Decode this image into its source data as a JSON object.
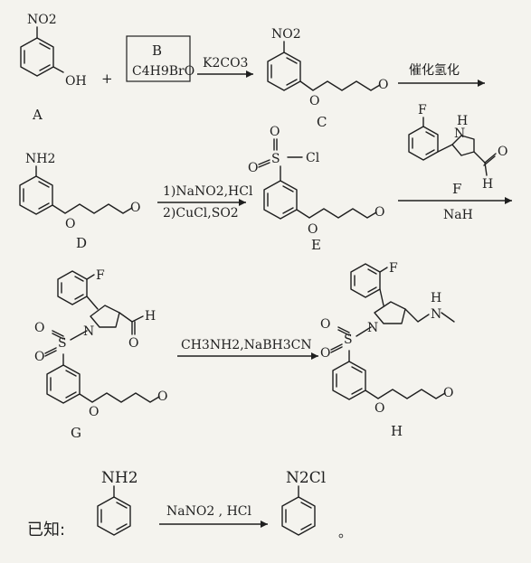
{
  "reaction1": {
    "compound_A": {
      "label": "A",
      "substituents": [
        "NO2",
        "OH"
      ]
    },
    "plus": "+",
    "compound_B": {
      "label": "B",
      "formula": "C4H9BrO"
    },
    "reagent": "K2CO3",
    "compound_C": {
      "label": "C",
      "substituents": [
        "NO2",
        "O",
        "O"
      ]
    },
    "next_step": "催化氢化"
  },
  "reaction2": {
    "compound_D": {
      "label": "D",
      "substituents": [
        "NH2",
        "O",
        "O"
      ]
    },
    "reagent_top": "1)NaNO2,HCl",
    "reagent_bottom": "2)CuCl,SO2",
    "compound_E": {
      "label": "E",
      "substituents": [
        "S",
        "O",
        "O",
        "Cl",
        "O",
        "O"
      ]
    },
    "compound_F": {
      "label": "F",
      "substituents": [
        "F",
        "H",
        "N",
        "O",
        "H"
      ]
    },
    "reagent_F_below": "NaH"
  },
  "reaction3": {
    "compound_G": {
      "label": "G",
      "substituents": [
        "F",
        "O",
        "S",
        "O",
        "N",
        "H",
        "O",
        "O",
        "O"
      ]
    },
    "reagent": "CH3NH2,NaBH3CN",
    "compound_H": {
      "label": "H",
      "substituents": [
        "F",
        "H",
        "N",
        "O",
        "S",
        "O",
        "N",
        "O",
        "O"
      ]
    }
  },
  "known": {
    "prefix": "已知:",
    "reactant_group": "NH2",
    "reagent": "NaNO2 , HCl",
    "product_group": "N2Cl",
    "end": "。"
  }
}
